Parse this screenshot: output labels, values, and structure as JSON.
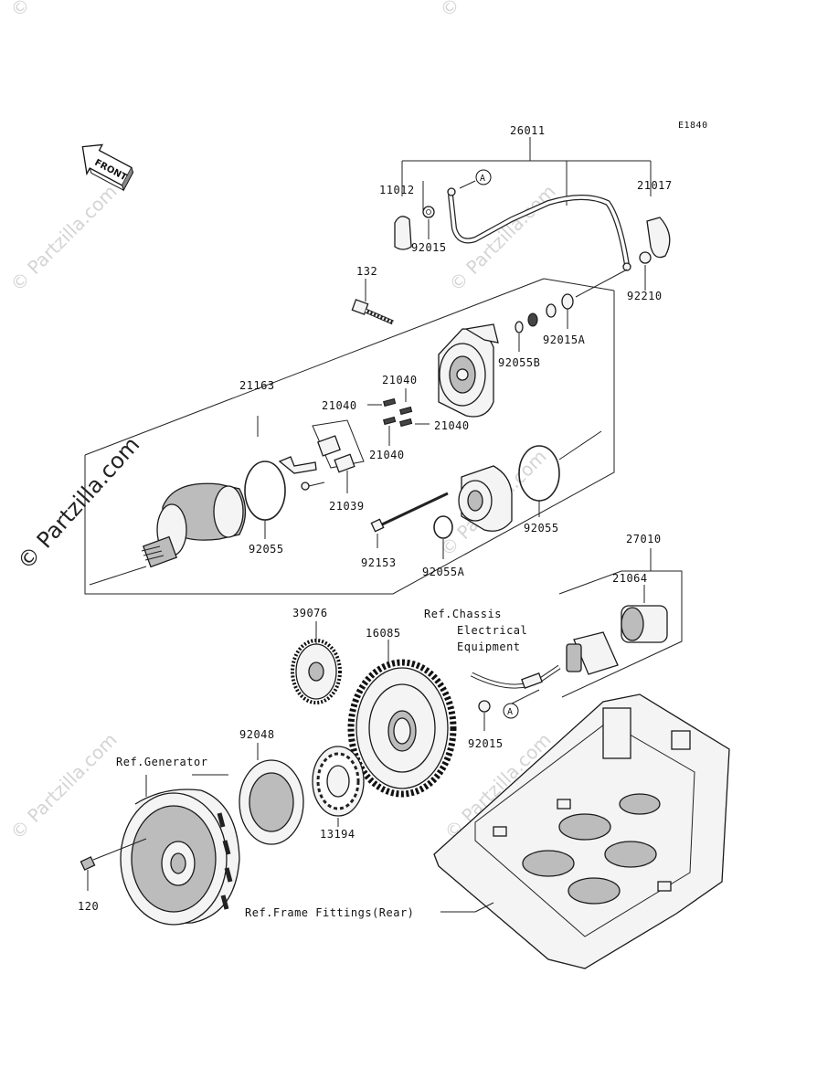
{
  "diagram_code": "E1840",
  "front_label": "FRONT",
  "watermark": "© Partzilla.com",
  "watermark_big": "© Partzilla.com",
  "labels": {
    "p26011": "26011",
    "p11012": "11012",
    "p21017": "21017",
    "p92015_top": "92015",
    "p132": "132",
    "p92210": "92210",
    "p92015A": "92015A",
    "p92055B": "92055B",
    "p21163": "21163",
    "p21040_a": "21040",
    "p21040_b": "21040",
    "p21040_c": "21040",
    "p21040_d": "21040",
    "p21039": "21039",
    "p92055_left": "92055",
    "p92153": "92153",
    "p92055A": "92055A",
    "p92055_right": "92055",
    "p27010": "27010",
    "p21064": "21064",
    "p39076": "39076",
    "p16085": "16085",
    "p92048": "92048",
    "p92015_bottom": "92015",
    "p13194": "13194",
    "p120": "120",
    "ref_chassis_1": "Ref.Chassis",
    "ref_chassis_2": "Electrical",
    "ref_chassis_3": "Equipment",
    "ref_generator": "Ref.Generator",
    "ref_frame": "Ref.Frame Fittings(Rear)",
    "marker_a": "A"
  }
}
